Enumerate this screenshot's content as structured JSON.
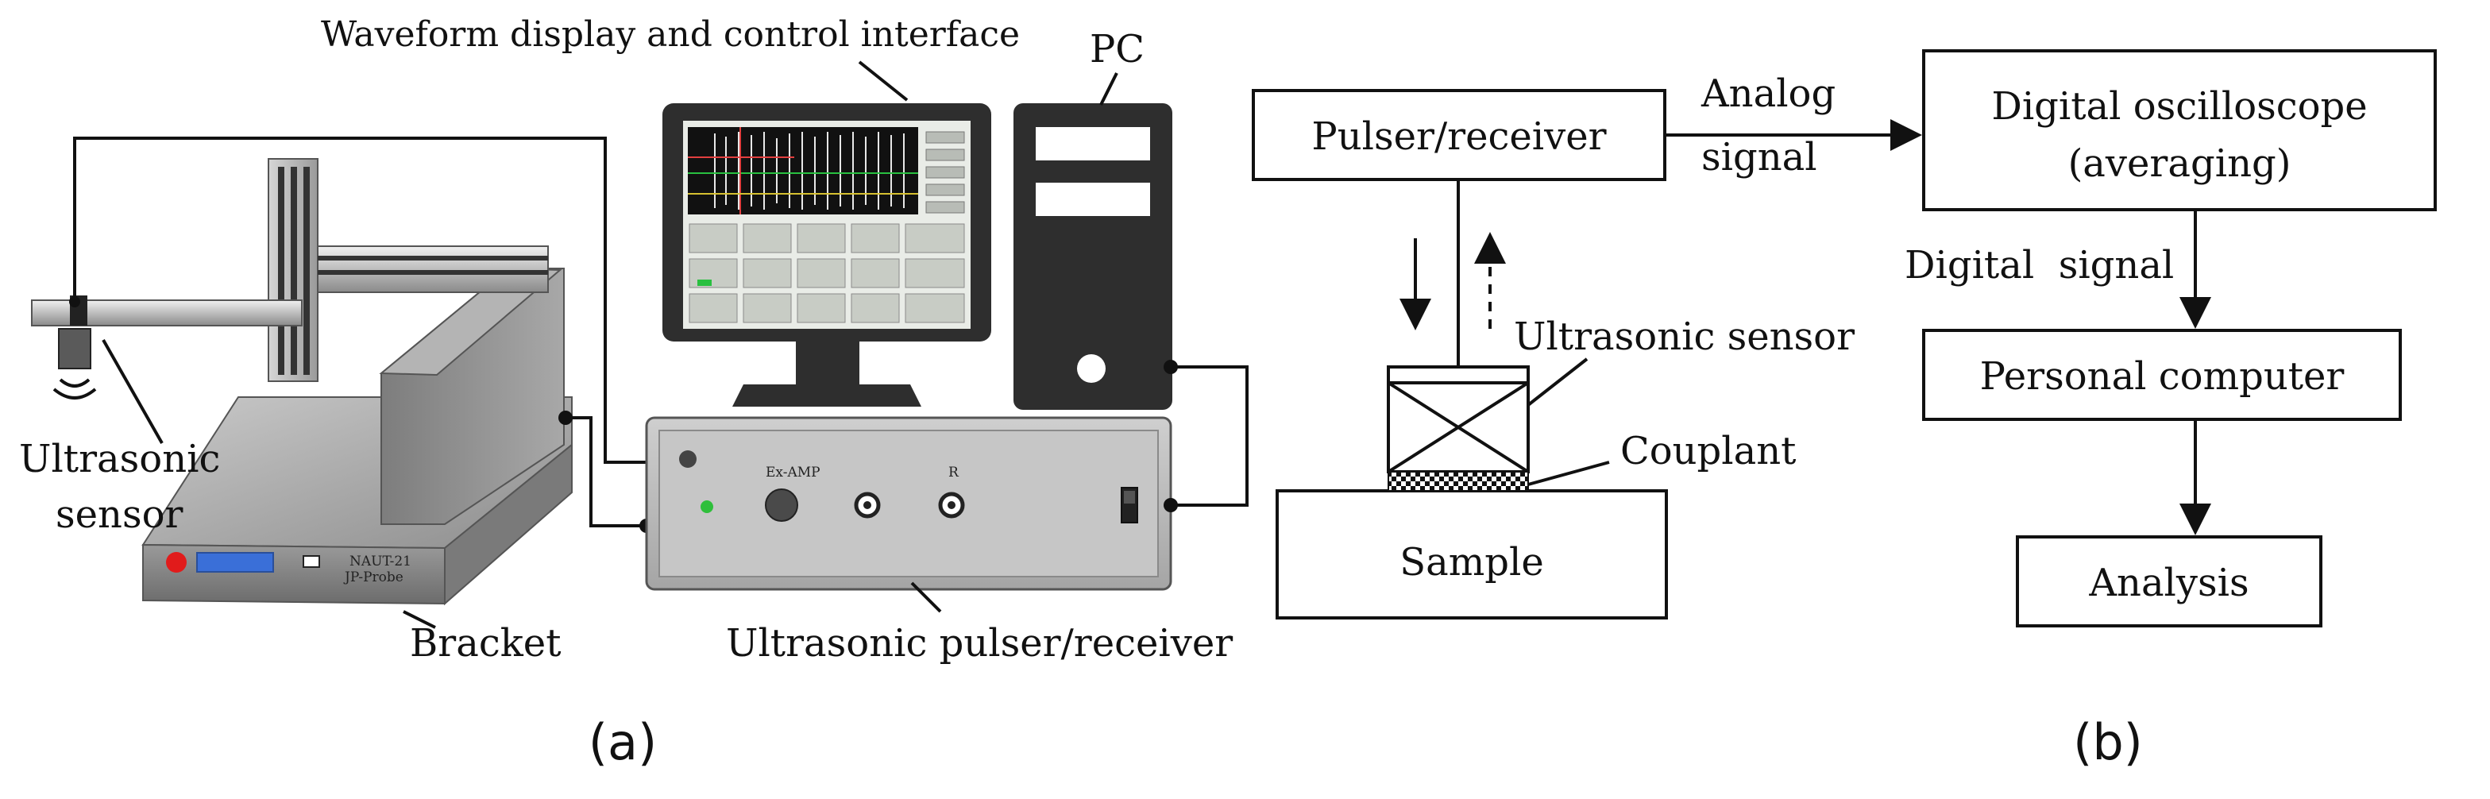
{
  "panel_a": {
    "caption": "(a)",
    "labels": {
      "waveform_display": "Waveform display and control interface",
      "pc": "PC",
      "ultrasonic_sensor_line1": "Ultrasonic",
      "ultrasonic_sensor_line2": "sensor",
      "bracket": "Bracket",
      "pulser_receiver": "Ultrasonic pulser/receiver"
    },
    "device_text": {
      "bracket_model_line1": "NAUT-21",
      "bracket_model_line2": "JP-Probe",
      "pulser_knob_label": "Ex-AMP",
      "pulser_port_label": "R"
    }
  },
  "panel_b": {
    "caption": "(b)",
    "boxes": {
      "pulser_receiver": "Pulser/receiver",
      "oscilloscope_line1": "Digital oscilloscope",
      "oscilloscope_line2": "(averaging)",
      "personal_computer": "Personal computer",
      "analysis": "Analysis",
      "sample": "Sample"
    },
    "labels": {
      "analog_signal_line1": "Analog",
      "analog_signal_line2": "signal",
      "digital_signal": "Digital  signal",
      "ultrasonic_sensor": "Ultrasonic sensor",
      "couplant": "Couplant"
    }
  }
}
